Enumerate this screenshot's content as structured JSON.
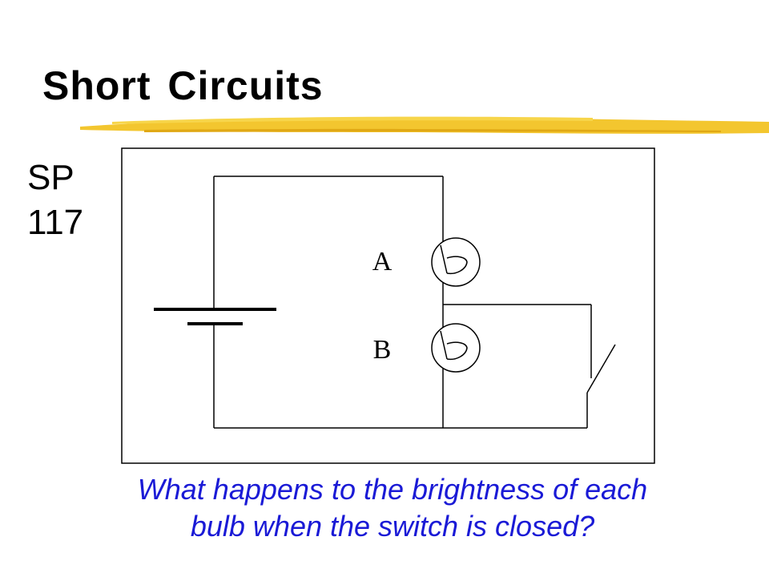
{
  "slide": {
    "title": "Short Circuits",
    "id_line1": "SP",
    "id_line2": "117",
    "question_line1": "What happens to the brightness of each",
    "question_line2": "bulb when the switch is closed?"
  },
  "diagram": {
    "bulb_a_label": "A",
    "bulb_b_label": "B"
  },
  "colors": {
    "title": "#000000",
    "question": "#1a1ad6",
    "accent_underline": "#f2c018",
    "circuit": "#000000"
  }
}
